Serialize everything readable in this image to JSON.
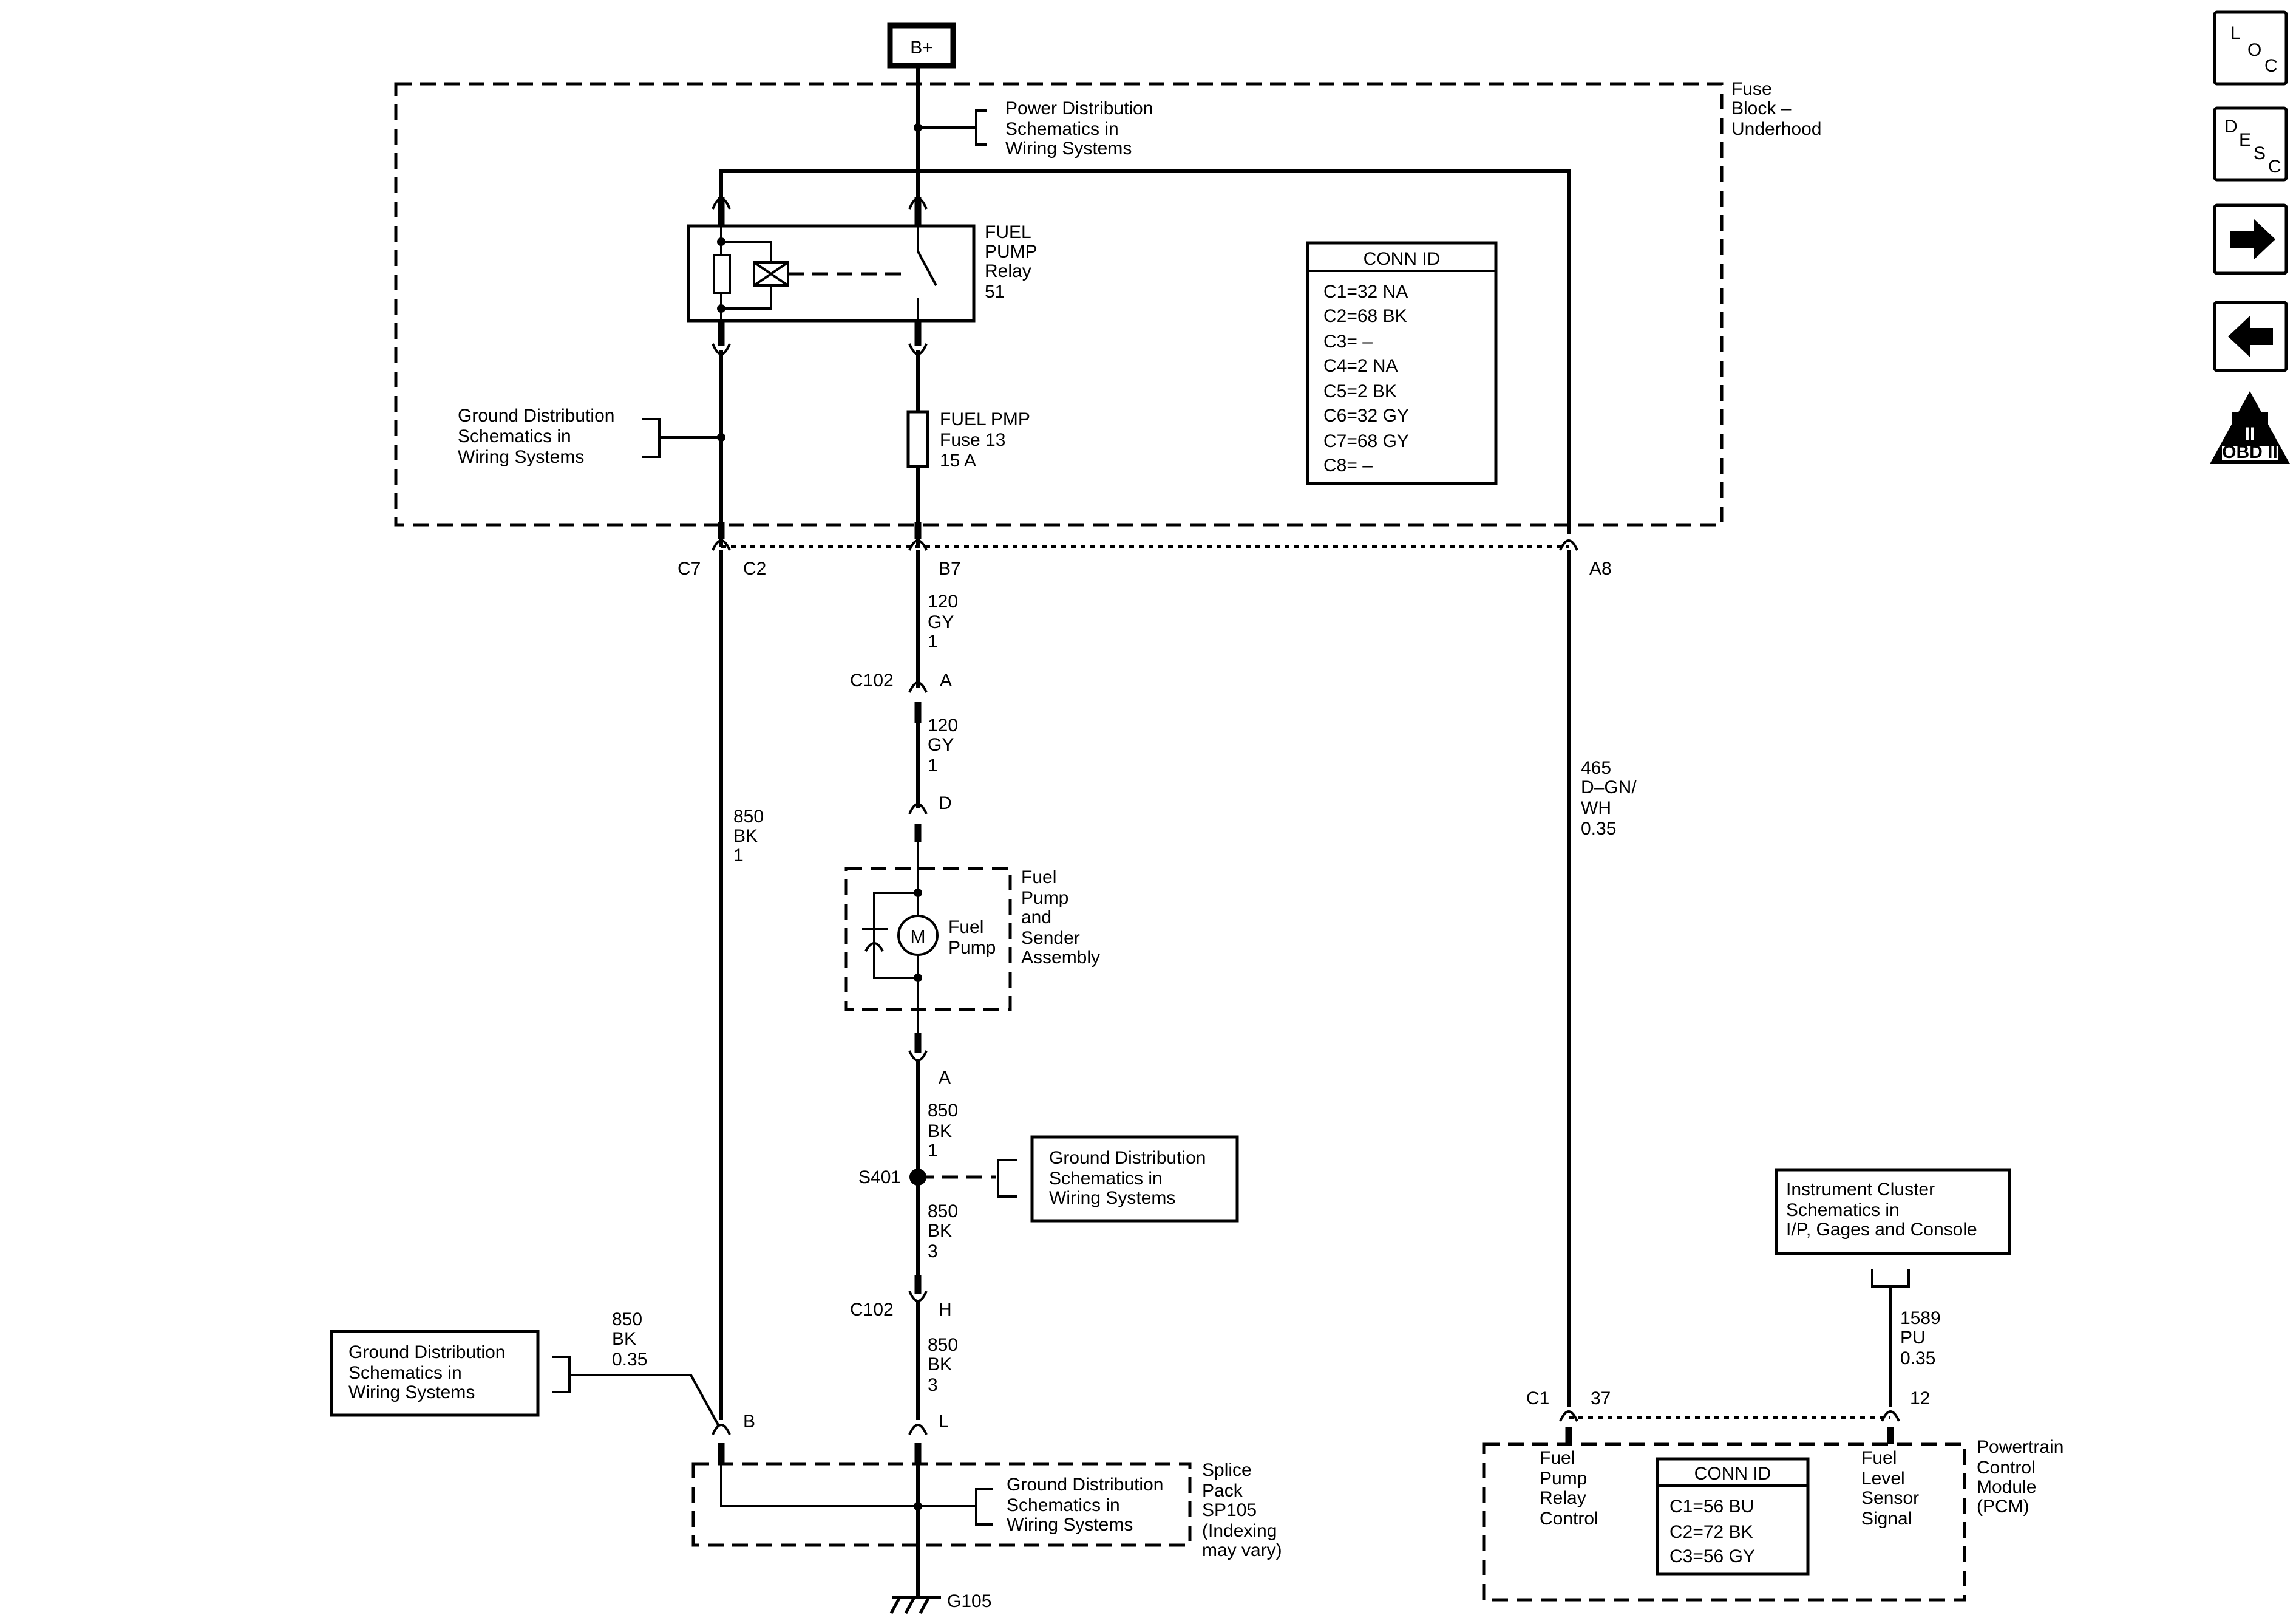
{
  "power": {
    "source": "B+"
  },
  "fuse_block": {
    "name": [
      "Fuse",
      "Block –",
      "Underhood"
    ],
    "power_ref": [
      "Power Distribution",
      "Schematics in",
      "Wiring Systems"
    ],
    "ground_ref": [
      "Ground Distribution",
      "Schematics in",
      "Wiring Systems"
    ],
    "relay": [
      "FUEL",
      "PUMP",
      "Relay",
      "51"
    ],
    "fuse": [
      "FUEL PMP",
      "Fuse 13",
      "15 A"
    ],
    "conn_id": {
      "title": "CONN ID",
      "rows": [
        "C1=32 NA",
        "C2=68 BK",
        "C3= –",
        "C4=2 NA",
        "C5=2 BK",
        "C6=32 GY",
        "C7=68 GY",
        "C8= –"
      ]
    }
  },
  "connectors": {
    "c7": "C7",
    "c2": "C2",
    "b7": "B7",
    "a8": "A8",
    "c102_a": "C102",
    "c102_a_pin": "A",
    "d": "D",
    "a": "A",
    "c102_h": "C102",
    "c102_h_pin": "H",
    "b": "B",
    "l": "L",
    "pcm_c1": "C1",
    "pcm_37": "37",
    "pcm_12": "12"
  },
  "wires": {
    "gy_top": [
      "120",
      "GY",
      "1"
    ],
    "gy_mid": [
      "120",
      "GY",
      "1"
    ],
    "bk_left": [
      "850",
      "BK",
      "1"
    ],
    "dgn": [
      "465",
      "D–GN/",
      "WH",
      "0.35"
    ],
    "bk_a": [
      "850",
      "BK",
      "1"
    ],
    "bk_s401": [
      "850",
      "BK",
      "3"
    ],
    "bk_h": [
      "850",
      "BK",
      "3"
    ],
    "bk_035": [
      "850",
      "BK",
      "0.35"
    ],
    "pu": [
      "1589",
      "PU",
      "0.35"
    ]
  },
  "fuel_pump": {
    "motor": "M",
    "label": [
      "Fuel",
      "Pump"
    ],
    "assembly": [
      "Fuel",
      "Pump",
      "and",
      "Sender",
      "Assembly"
    ]
  },
  "splice": {
    "s401": "S401",
    "s401_ref": [
      "Ground Distribution",
      "Schematics in",
      "Wiring Systems"
    ],
    "left_ref": [
      "Ground Distribution",
      "Schematics in",
      "Wiring Systems"
    ],
    "pack_ref": [
      "Ground Distribution",
      "Schematics in",
      "Wiring Systems"
    ],
    "pack_name": [
      "Splice",
      "Pack",
      "SP105",
      "(Indexing",
      "may vary)"
    ],
    "ground": "G105"
  },
  "instrument_ref": [
    "Instrument Cluster",
    "Schematics in",
    "I/P, Gages and Console"
  ],
  "pcm": {
    "name": [
      "Powertrain",
      "Control",
      "Module",
      "(PCM)"
    ],
    "left_label": [
      "Fuel",
      "Pump",
      "Relay",
      "Control"
    ],
    "right_label": [
      "Fuel",
      "Level",
      "Sensor",
      "Signal"
    ],
    "conn_id": {
      "title": "CONN ID",
      "rows": [
        "C1=56 BU",
        "C2=72 BK",
        "C3=56 GY"
      ]
    }
  },
  "nav": {
    "loc": [
      "L",
      "O",
      "C"
    ],
    "desc": [
      "D",
      "E",
      "S",
      "C"
    ],
    "next": "right-arrow-icon",
    "prev": "left-arrow-icon",
    "obd": {
      "mark": "II",
      "label": "OBD II"
    }
  }
}
